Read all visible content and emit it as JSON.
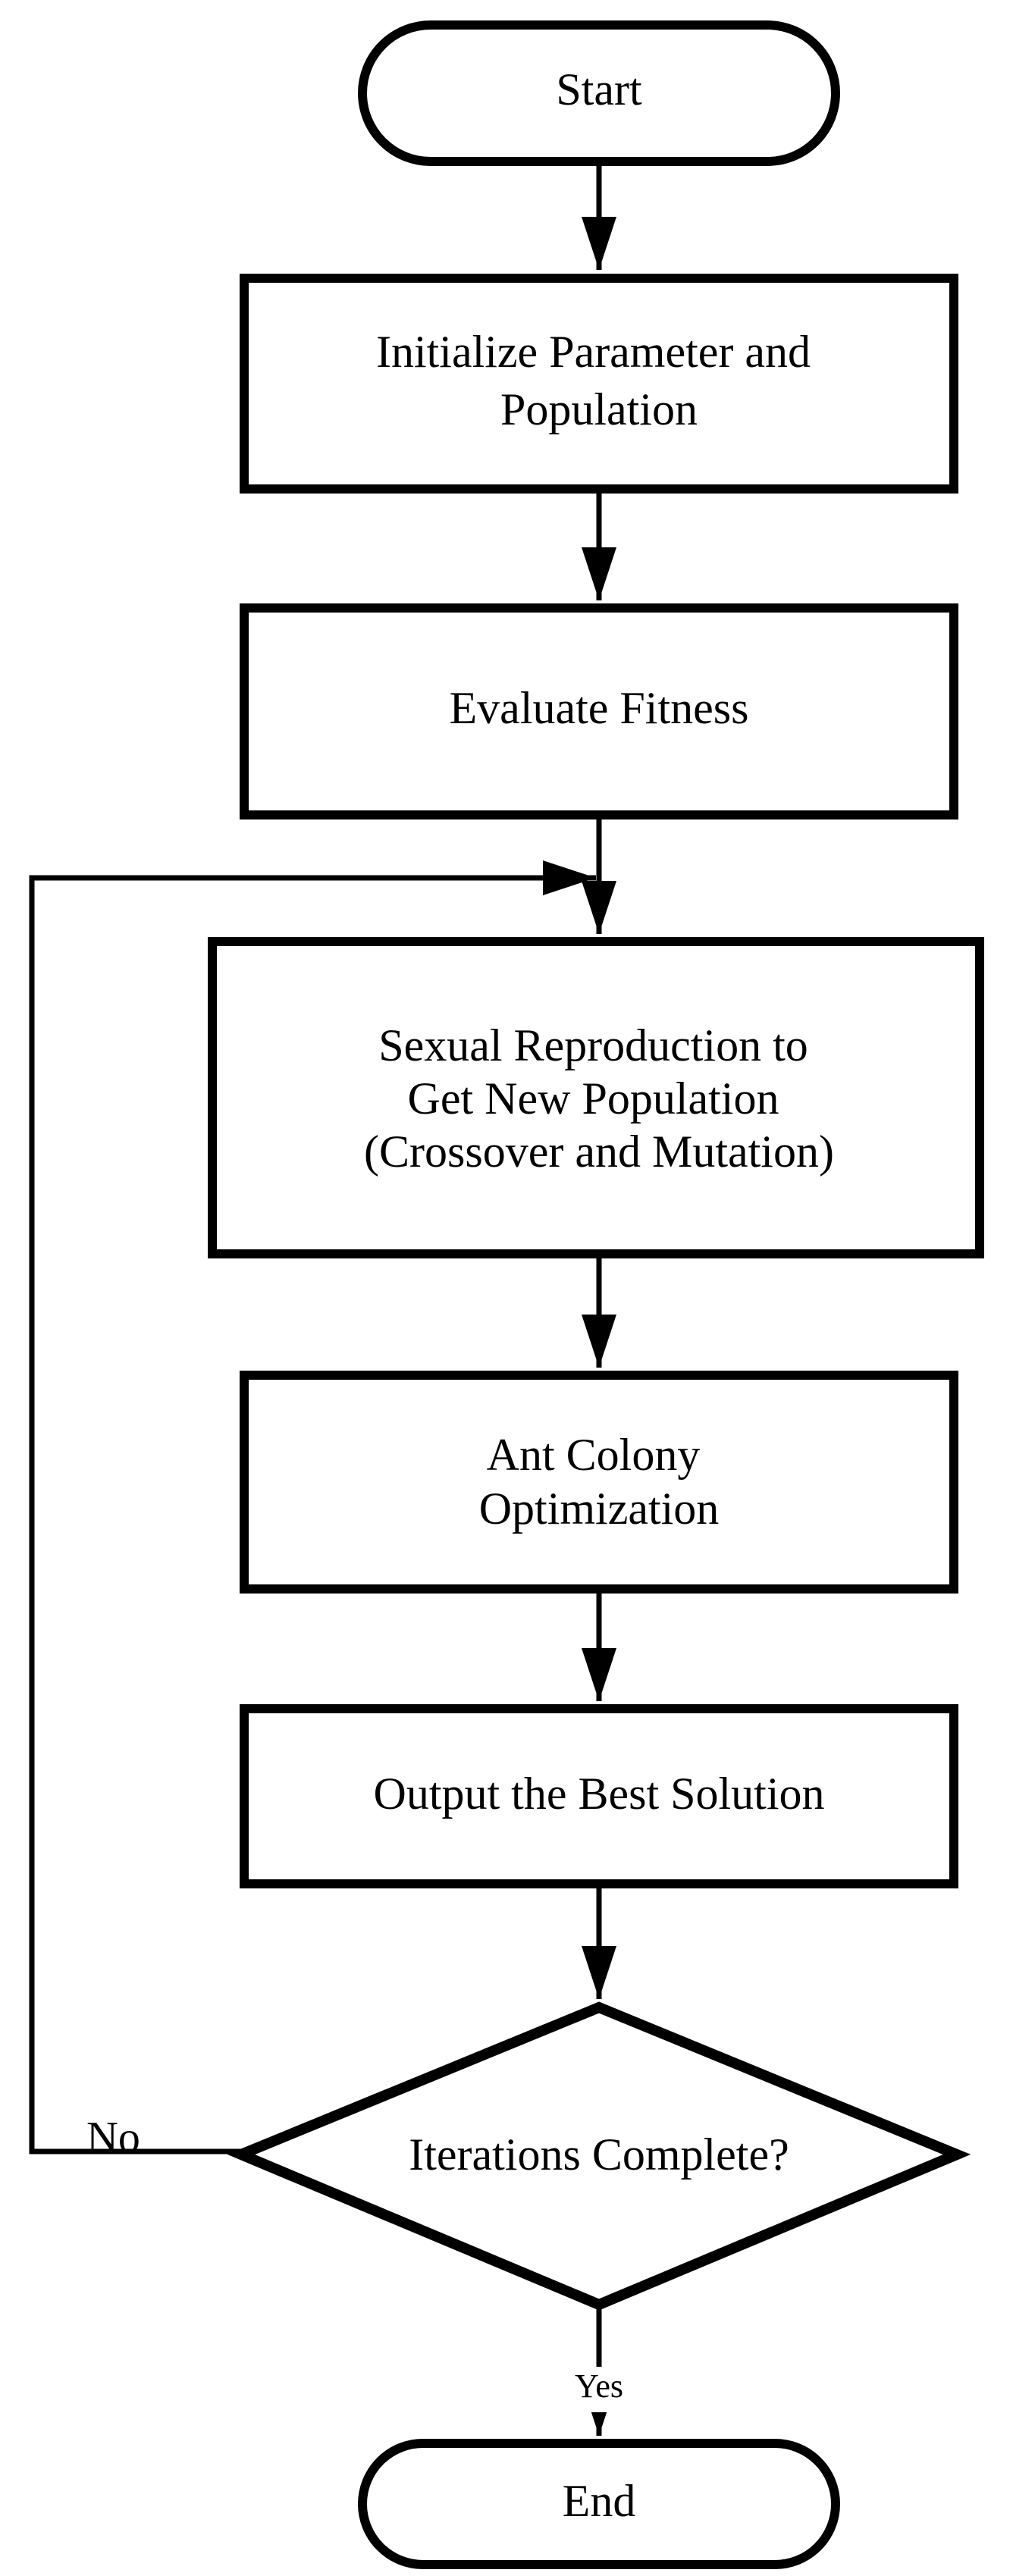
{
  "diagram": {
    "nodes": {
      "start": {
        "shape": "terminal",
        "lines": [
          "Start"
        ]
      },
      "init": {
        "shape": "process",
        "lines": [
          "Initialize Parameter and",
          "Population"
        ]
      },
      "evaluate": {
        "shape": "process",
        "lines": [
          "Evaluate Fitness"
        ]
      },
      "reproduce": {
        "shape": "process",
        "lines": [
          "Sexual Reproduction to",
          "Get New Population",
          "(Crossover and Mutation)"
        ]
      },
      "aco": {
        "shape": "process",
        "lines": [
          "Ant Colony",
          "Optimization"
        ]
      },
      "output": {
        "shape": "process",
        "lines": [
          "Output the Best Solution"
        ]
      },
      "decision": {
        "shape": "decision",
        "lines": [
          "Iterations Complete?"
        ]
      },
      "end": {
        "shape": "terminal",
        "lines": [
          "End"
        ]
      }
    },
    "edges": [
      {
        "from": "start",
        "to": "init",
        "label": ""
      },
      {
        "from": "init",
        "to": "evaluate",
        "label": ""
      },
      {
        "from": "evaluate",
        "to": "reproduce",
        "label": ""
      },
      {
        "from": "reproduce",
        "to": "aco",
        "label": ""
      },
      {
        "from": "aco",
        "to": "output",
        "label": ""
      },
      {
        "from": "output",
        "to": "decision",
        "label": ""
      },
      {
        "from": "decision",
        "to": "end",
        "label": "Yes"
      },
      {
        "from": "decision",
        "to": "reproduce",
        "label": "No"
      }
    ],
    "colors": {
      "stroke": "#000000",
      "fill": "#ffffff",
      "text": "#000000"
    }
  }
}
